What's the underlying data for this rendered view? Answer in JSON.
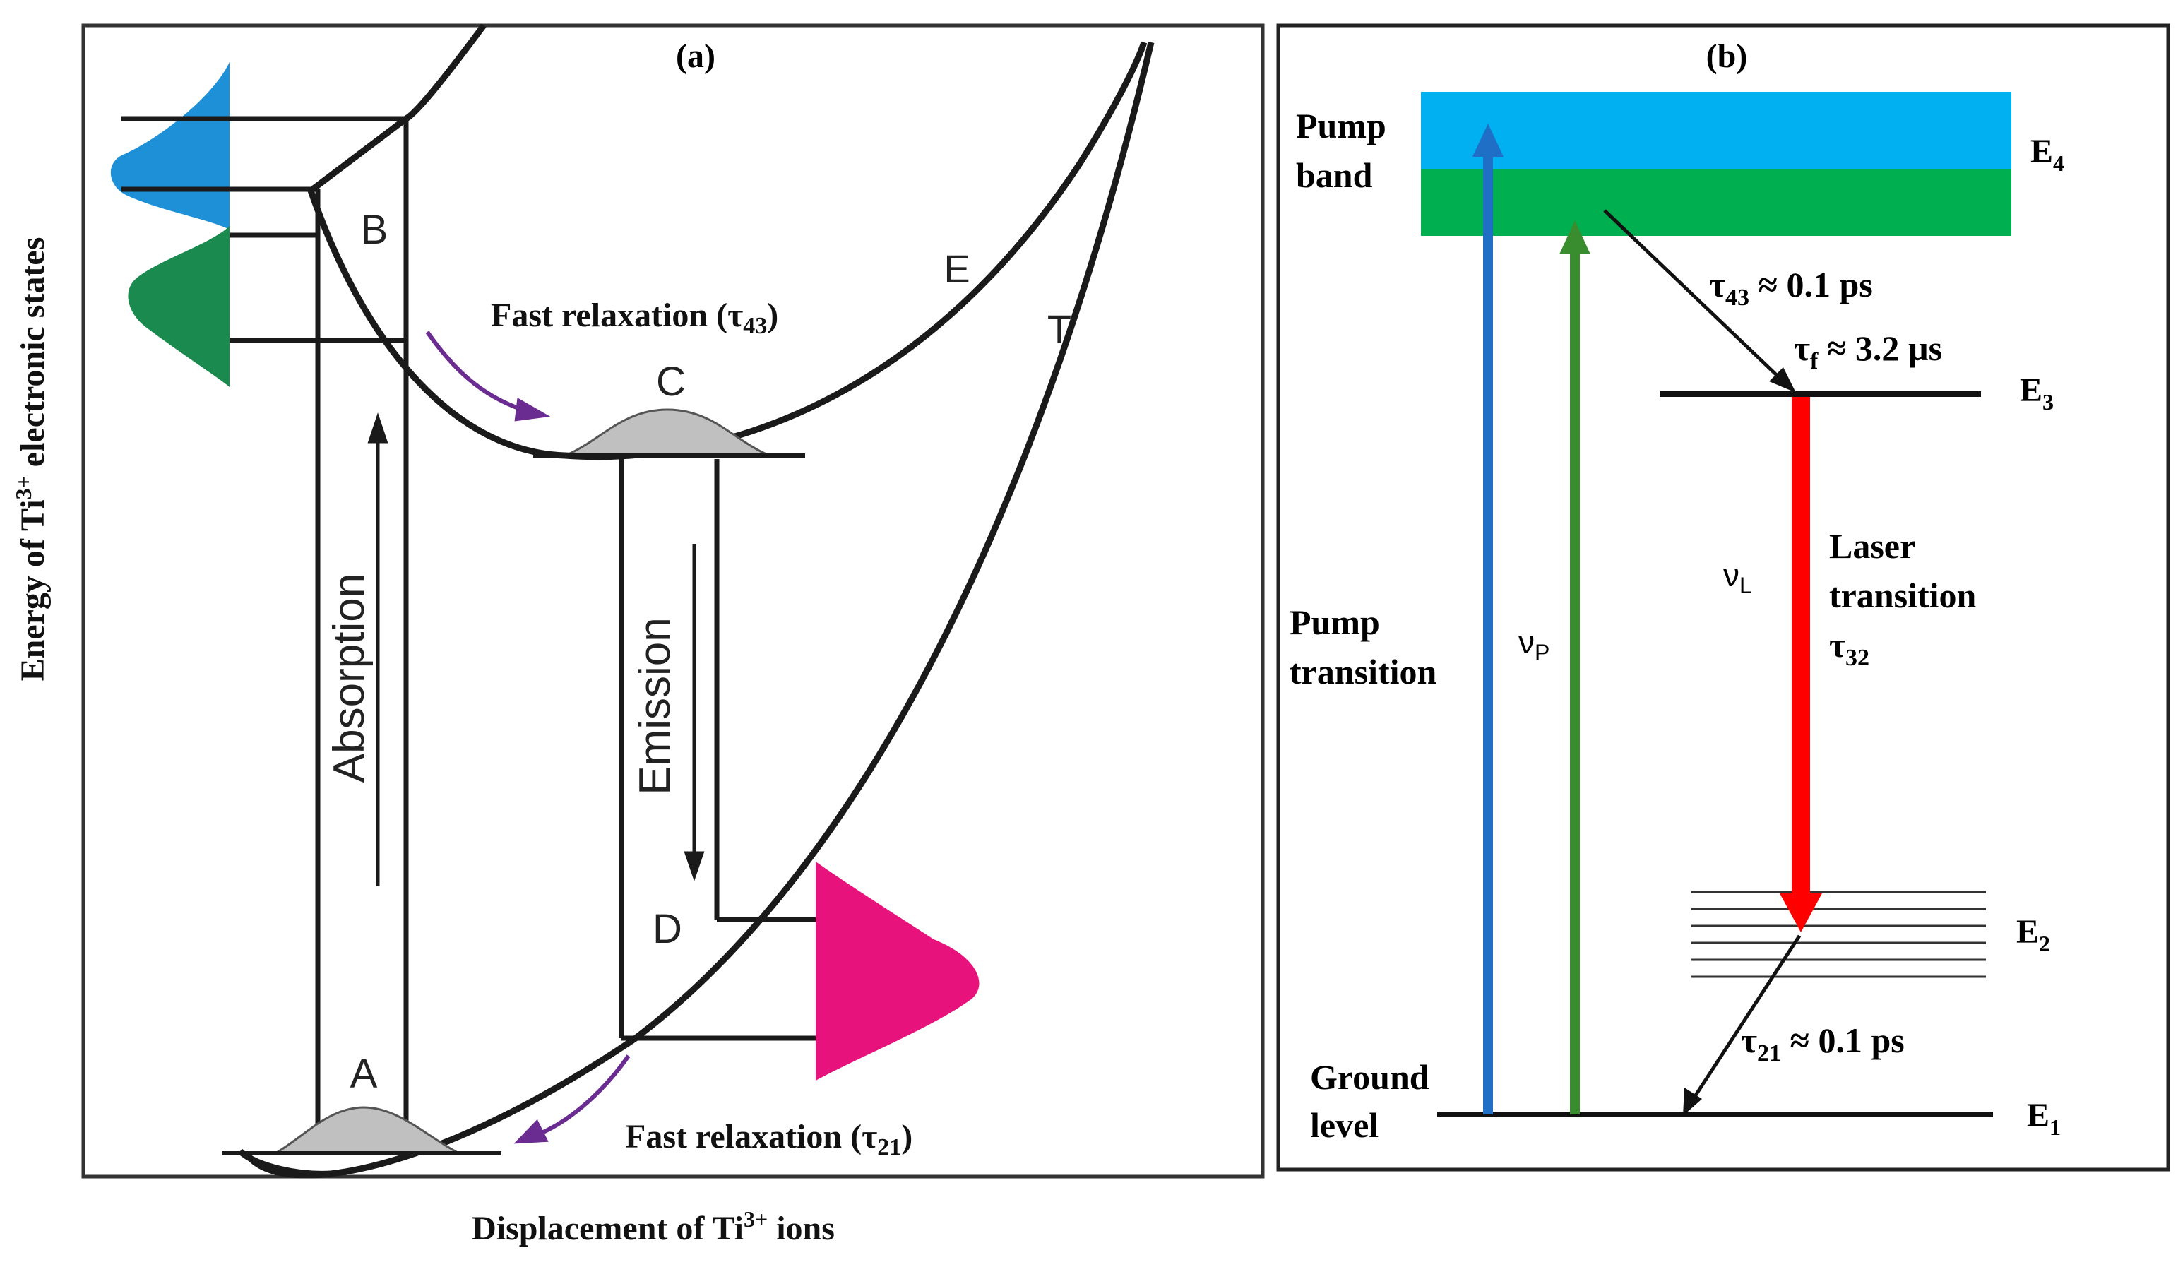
{
  "panel_a": {
    "label": "(a)",
    "y_axis_prefix": "Energy of Ti",
    "y_axis_sup": "3+",
    "y_axis_suffix": " electronic states",
    "x_axis_prefix": "Displacement  of Ti",
    "x_axis_sup": "3+",
    "x_axis_suffix": " ions",
    "point_a": "A",
    "point_b": "B",
    "point_c": "C",
    "point_d": "D",
    "curve_e": "E",
    "curve_t": "T",
    "absorption": "Absorption",
    "emission": "Emission",
    "fast_relax_43_prefix": "Fast relaxation  (τ",
    "fast_relax_43_sub": "43",
    "fast_relax_21_prefix": "Fast relaxation  (τ",
    "fast_relax_21_sub": "21",
    "close_paren": ")",
    "colors": {
      "blue_band": "#1e90d8",
      "green_band": "#1a8a4e",
      "emission_band": "#e8127c",
      "relaxation_arrow": "#6b2c91",
      "packet_gray": "#c0c0c0"
    }
  },
  "panel_b": {
    "label": "(b)",
    "pump_band_line1": "Pump",
    "pump_band_line2": "band",
    "e4": "E",
    "e4_sub": "4",
    "e3": "E",
    "e3_sub": "3",
    "e2": "E",
    "e2_sub": "2",
    "e1": "E",
    "e1_sub": "1",
    "tau43_prefix": "τ",
    "tau43_sub": "43",
    "tau43_suffix": " ≈ 0.1 ps",
    "tauf_prefix": "τ",
    "tauf_sub": "f",
    "tauf_suffix": " ≈ 3.2 µs",
    "tau21_prefix": "τ",
    "tau21_sub": "21",
    "tau21_suffix": " ≈ 0.1 ps",
    "pump_transition_line1": "Pump",
    "pump_transition_line2": "transition",
    "nu_p": "ν",
    "nu_p_sub": "P",
    "nu_l": "ν",
    "nu_l_sub": "L",
    "laser_line1": "Laser",
    "laser_line2": "transition",
    "tau32_prefix": "τ",
    "tau32_sub": "32",
    "ground_line1": "Ground",
    "ground_line2": "level",
    "colors": {
      "pump_band_blue": "#00b0f0",
      "pump_band_green": "#00b050",
      "pump_arrow_blue": "#1f6fc6",
      "pump_arrow_green": "#3a8d2f",
      "laser_arrow_red": "#ff0000"
    }
  }
}
